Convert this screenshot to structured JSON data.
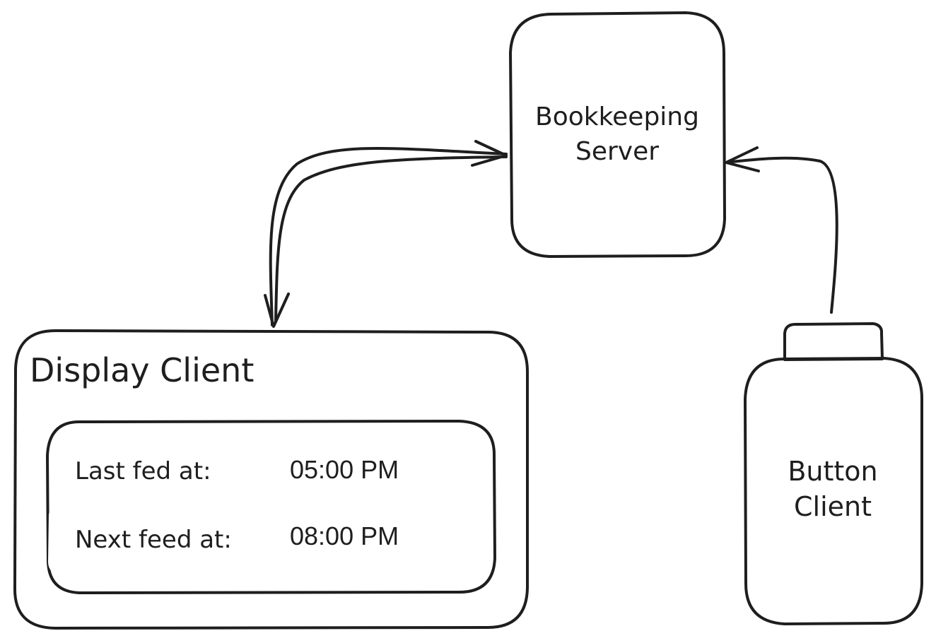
{
  "colors": {
    "server_fill": "#b2f2bb",
    "display_fill": "#ffffff",
    "panel_fill": "#ffc9c9",
    "panel_row_fill": "#ffffff",
    "button_body_fill": "#a5d8ff",
    "button_cap_fill": "#4dabf7",
    "stroke": "#1e1e1e"
  },
  "server": {
    "line1": "Bookkeeping",
    "line2": "Server"
  },
  "display": {
    "title": "Display Client",
    "last_fed_label": "Last fed at:",
    "last_fed_value": "05:00 PM",
    "next_feed_label": "Next feed at:",
    "next_feed_value": "08:00 PM"
  },
  "button_client": {
    "line1": "Button",
    "line2": "Client"
  },
  "connections": [
    {
      "from": "display",
      "to": "server",
      "direction": "bidirectional"
    },
    {
      "from": "button_client",
      "to": "server",
      "direction": "to-server"
    }
  ]
}
